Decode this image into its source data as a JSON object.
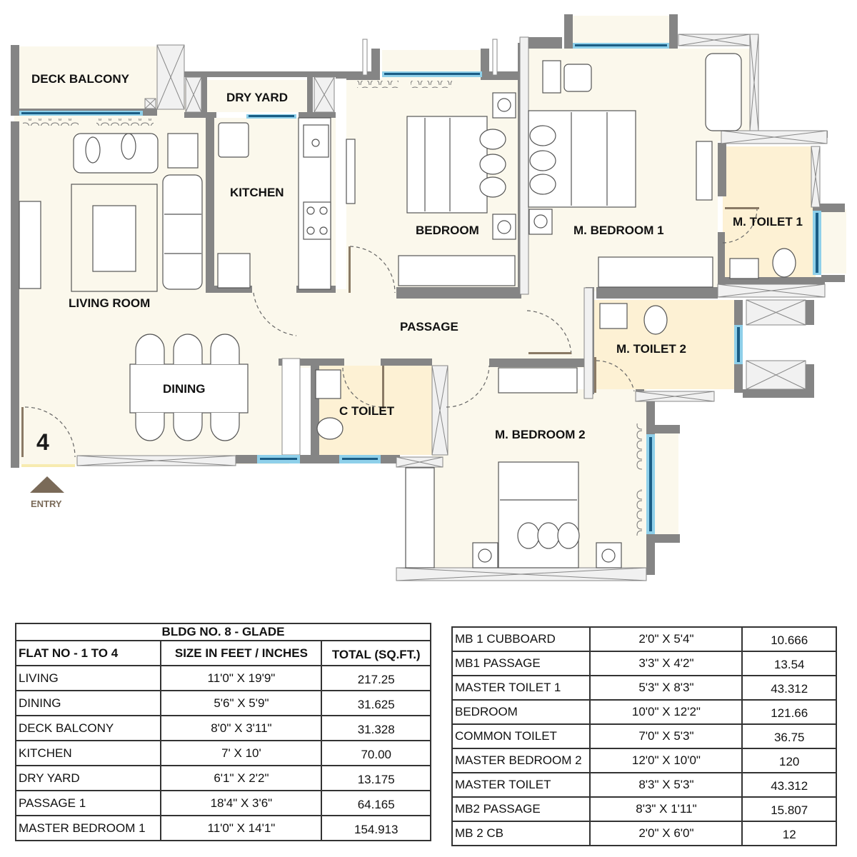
{
  "floor_plan": {
    "flat_number": "4",
    "entry_label": "ENTRY",
    "rooms": {
      "deck_balcony": "DECK BALCONY",
      "dry_yard": "DRY YARD",
      "kitchen": "KITCHEN",
      "living_room": "LIVING ROOM",
      "dining": "DINING",
      "passage": "PASSAGE",
      "bedroom": "BEDROOM",
      "m_bedroom_1": "M. BEDROOM 1",
      "m_toilet_1": "M. TOILET 1",
      "m_toilet_2": "M. TOILET 2",
      "c_toilet": "C TOILET",
      "m_bedroom_2": "M. BEDROOM 2"
    },
    "colors": {
      "floor": "#fbf8ec",
      "toilet_floor": "#fdf1d4",
      "wall": "#858585",
      "window_light": "#8fd0ea",
      "window_dark": "#1a5d85",
      "entry_arrow": "#7a6a58",
      "furniture_stroke": "#555555"
    }
  },
  "area_table_left": {
    "title": "BLDG NO. 8 - GLADE",
    "headers": [
      "FLAT NO - 1 TO 4",
      "SIZE IN FEET / INCHES",
      "TOTAL (SQ.FT.)"
    ],
    "rows": [
      {
        "name": "LIVING",
        "size": "11'0\" X 19'9\"",
        "total": "217.25"
      },
      {
        "name": "DINING",
        "size": "5'6\" X 5'9\"",
        "total": "31.625"
      },
      {
        "name": "DECK BALCONY",
        "size": "8'0\" X 3'11\"",
        "total": "31.328"
      },
      {
        "name": "KITCHEN",
        "size": "7' X 10'",
        "total": "70.00"
      },
      {
        "name": "DRY YARD",
        "size": "6'1\" X 2'2\"",
        "total": "13.175"
      },
      {
        "name": "PASSAGE 1",
        "size": "18'4\" X 3'6\"",
        "total": "64.165"
      },
      {
        "name": "MASTER BEDROOM 1",
        "size": "11'0\" X 14'1\"",
        "total": "154.913"
      }
    ]
  },
  "area_table_right": {
    "rows": [
      {
        "name": "MB 1 CUBBOARD",
        "size": "2'0\" X 5'4\"",
        "total": "10.666"
      },
      {
        "name": "MB1 PASSAGE",
        "size": "3'3\" X 4'2\"",
        "total": "13.54"
      },
      {
        "name": "MASTER TOILET 1",
        "size": "5'3\" X 8'3\"",
        "total": "43.312"
      },
      {
        "name": "BEDROOM",
        "size": "10'0\" X 12'2\"",
        "total": "121.66"
      },
      {
        "name": "COMMON TOILET",
        "size": "7'0\" X 5'3\"",
        "total": "36.75"
      },
      {
        "name": "MASTER BEDROOM 2",
        "size": "12'0\" X 10'0\"",
        "total": "120"
      },
      {
        "name": "MASTER TOILET",
        "size": "8'3\" X 5'3\"",
        "total": "43.312"
      },
      {
        "name": "MB2 PASSAGE",
        "size": "8'3\" X 1'11\"",
        "total": "15.807"
      },
      {
        "name": "MB 2 CB",
        "size": "2'0\" X 6'0\"",
        "total": "12"
      }
    ]
  }
}
